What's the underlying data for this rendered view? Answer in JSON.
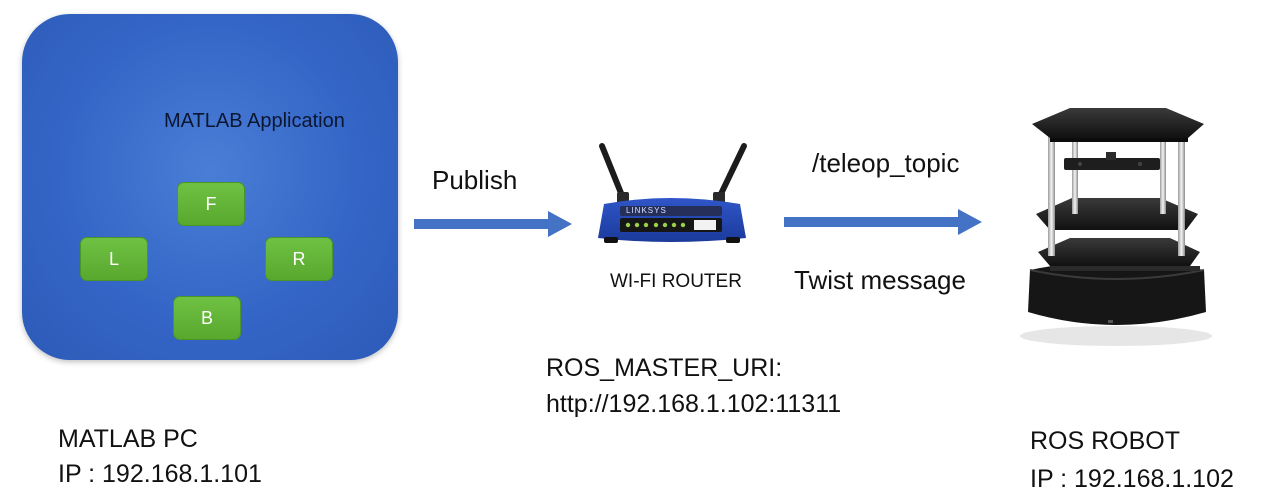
{
  "matlab_app": {
    "title": "MATLAB Application",
    "buttons": {
      "forward": "F",
      "left": "L",
      "right": "R",
      "back": "B"
    }
  },
  "matlab_pc": {
    "name": "MATLAB PC",
    "ip": "IP : 192.168.1.101"
  },
  "publish_label": "Publish",
  "router": {
    "label": "WI-FI ROUTER",
    "brand": "LINKSYS"
  },
  "topic_label": "/teleop_topic",
  "message_label": "Twist message",
  "ros_master": {
    "label": "ROS_MASTER_URI:",
    "uri": "http://192.168.1.102:11311"
  },
  "ros_robot": {
    "name": "ROS ROBOT",
    "ip": "IP : 192.168.1.102"
  },
  "colors": {
    "panel": "#3466c7",
    "button": "#5fb337",
    "arrow": "#4472c4"
  }
}
